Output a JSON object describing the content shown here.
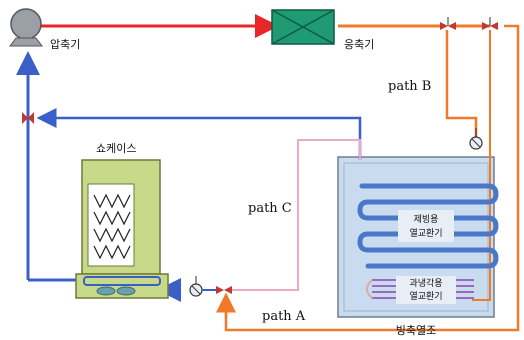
{
  "labels": {
    "compressor": "압축기",
    "condenser": "응축기",
    "showcase": "쇼케이스",
    "defrost_hx_line1": "제빙용",
    "defrost_hx_line2": "열교환기",
    "subcool_hx_line1": "과냉각용",
    "subcool_hx_line2": "열교환기",
    "storage_tank": "빙축열조",
    "path_a": "path A",
    "path_b": "path B",
    "path_c": "path C"
  },
  "colors": {
    "discharge_line": "#e8262a",
    "hot_gas_line": "#f07a2a",
    "suction_line": "#3b5fc8",
    "path_c_line": "#f0a8c8",
    "condenser_fill": "#1f9a72",
    "showcase_fill": "#c8d98a",
    "tank_fill": "#c9dcef",
    "coil_blue": "#4a78c8",
    "coil_purple": "#9a6ac0",
    "valve_color": "#c0392b"
  },
  "icons": {
    "compressor": "compressor-icon",
    "condenser": "condenser-icon",
    "expansion_valve": "expansion-valve-icon",
    "solenoid_valve": "solenoid-valve-icon",
    "check_valve": "check-valve-icon",
    "fan": "fan-icon"
  }
}
